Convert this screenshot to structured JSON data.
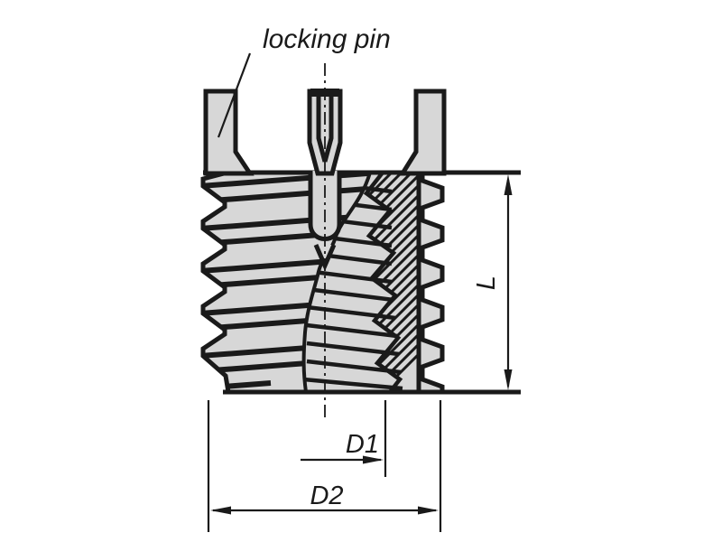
{
  "drawing": {
    "callout": "locking pin",
    "dims": {
      "length": "L",
      "inner_diameter": "D1",
      "outer_diameter": "D2"
    },
    "colors": {
      "background": "#ffffff",
      "part_fill": "#d7d7d7",
      "line": "#1a1a1a"
    }
  }
}
